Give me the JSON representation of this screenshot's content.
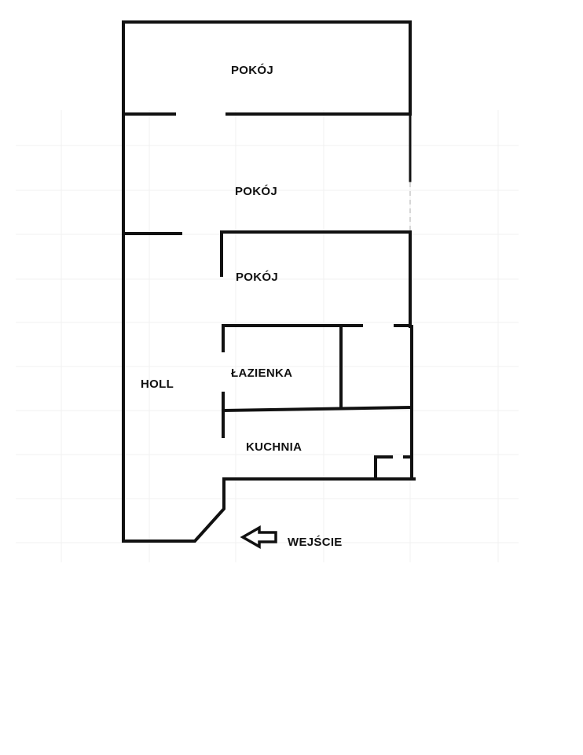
{
  "rooms": {
    "room_top": "POKÓJ",
    "room_middle": "POKÓJ",
    "room_lower": "POKÓJ",
    "hall": "HOLL",
    "bathroom": "ŁAZIENKA",
    "kitchen": "KUCHNIA"
  },
  "entrance": {
    "label": "WEJŚCIE",
    "icon": "arrow-left-icon"
  },
  "colors": {
    "walls": "#111111",
    "background": "#ffffff",
    "grid": "#f1f1f1"
  }
}
